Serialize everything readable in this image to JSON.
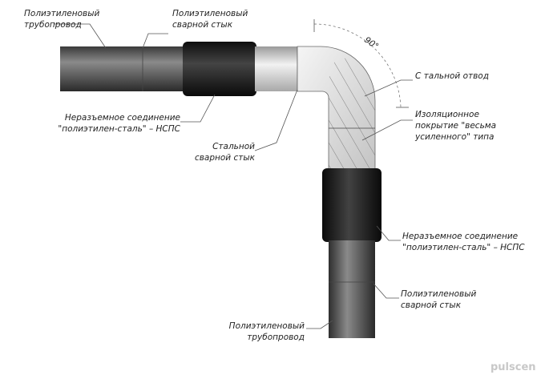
{
  "angle": "90°",
  "labels": {
    "pe_pipeline_top": [
      "Полиэтиленовый",
      "трубопровод"
    ],
    "pe_weld_top": [
      "Полиэтиленовый",
      "сварной стык"
    ],
    "steel_elbow": [
      "С тальной отвод"
    ],
    "insulation": [
      "Изоляционное",
      "покрытие \"весьма",
      "усиленного\" типа"
    ],
    "npsp_top": [
      "Неразъемное соединение",
      "\"полиэтилен-сталь\" – НСПС"
    ],
    "steel_weld": [
      "Стальной",
      "сварной стык"
    ],
    "npsp_bottom": [
      "Неразъемное соединение",
      "\"полиэтилен-сталь\" – НСПС"
    ],
    "pe_weld_bottom": [
      "Полиэтиленовый",
      "сварной стык"
    ],
    "pe_pipeline_bottom": [
      "Полиэтиленовый",
      "трубопровод"
    ]
  },
  "watermark": "pulscen",
  "colors": {
    "pe_pipe": "#555555",
    "npsp_sleeve": "#151515",
    "steel": "#dcdcdc",
    "insulation_hatch": "#777777"
  }
}
